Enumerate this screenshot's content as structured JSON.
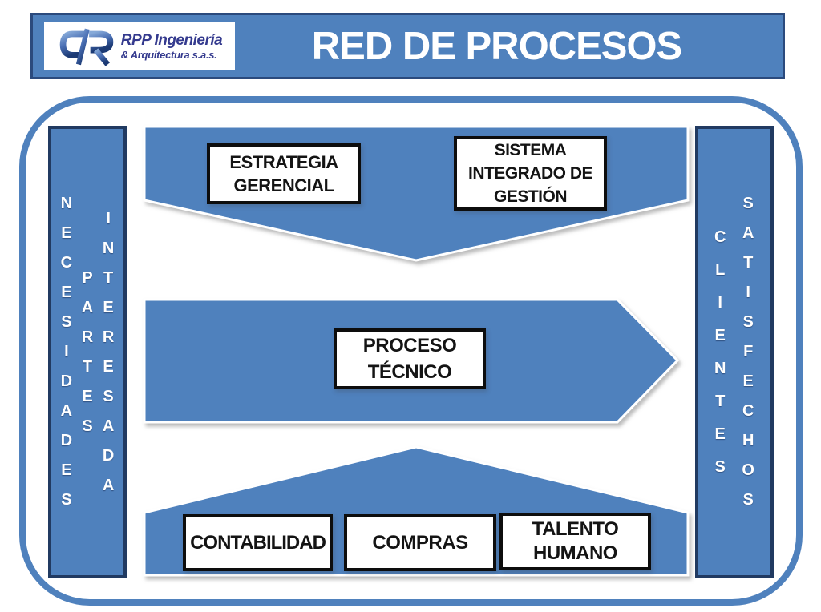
{
  "header": {
    "title": "RED DE PROCESOS",
    "logo": {
      "mark_icon": "rpp-monogram-icon",
      "name": "RPP Ingeniería",
      "subname": "& Arquitectura s.a.s."
    }
  },
  "frame": {
    "left_bar": {
      "words": [
        "NECESIDADES",
        "PARTES",
        "INTERESADA"
      ]
    },
    "right_bar": {
      "words": [
        "CLIENTES",
        "SATISFECHOS"
      ]
    }
  },
  "diagram": {
    "top_chevron": {
      "direction": "down",
      "boxes": [
        {
          "label": "ESTRATEGIA\nGERENCIAL"
        },
        {
          "label": "SISTEMA\nINTEGRADO DE\nGESTIÓN"
        }
      ]
    },
    "middle_arrow": {
      "direction": "right",
      "boxes": [
        {
          "label": "PROCESO\nTÉCNICO"
        }
      ]
    },
    "bottom_chevron": {
      "direction": "up",
      "boxes": [
        {
          "label": "CONTABILIDAD"
        },
        {
          "label": "COMPRAS"
        },
        {
          "label": "TALENTO\nHUMANO"
        }
      ]
    }
  },
  "colors": {
    "accent_blue": "#4f81bd",
    "bar_border_navy": "#213a61",
    "header_border_navy": "#2b4a7d",
    "box_border_black": "#0d0d0d",
    "logo_navy": "#343a8e",
    "title_white": "#ffffff"
  }
}
